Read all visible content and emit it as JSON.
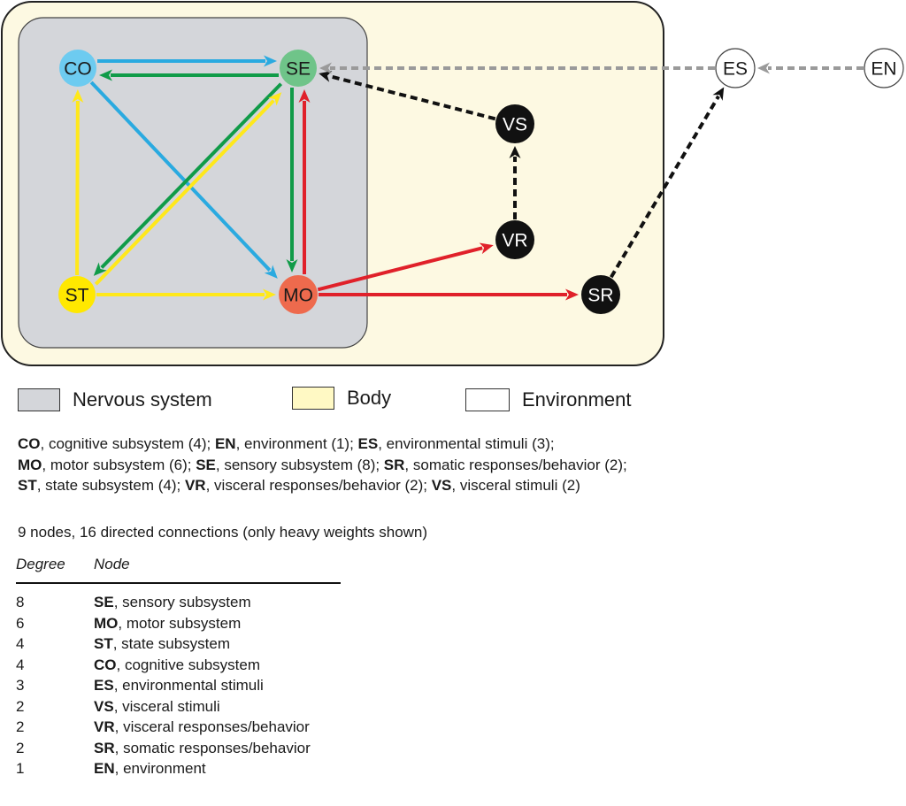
{
  "colors": {
    "body_bg": "#FDF9E2",
    "nervous_bg": "#D4D6DA",
    "environment_bg": "#FFFFFF",
    "blue": "#2AAAE0",
    "green": "#109B48",
    "yellow": "#FFE81A",
    "red": "#E0212A",
    "black": "#111111",
    "gray_dash": "#9A9A9A"
  },
  "nodes": [
    {
      "id": "CO",
      "label": "CO",
      "fill": "#6DCBF0",
      "text": "#1a1a1a"
    },
    {
      "id": "SE",
      "label": "SE",
      "fill": "#6FC489",
      "text": "#1a1a1a"
    },
    {
      "id": "ST",
      "label": "ST",
      "fill": "#FFE800",
      "text": "#1a1a1a"
    },
    {
      "id": "MO",
      "label": "MO",
      "fill": "#EE6A4D",
      "text": "#1a1a1a"
    },
    {
      "id": "VS",
      "label": "VS",
      "fill": "#111111",
      "text": "#ffffff"
    },
    {
      "id": "VR",
      "label": "VR",
      "fill": "#111111",
      "text": "#ffffff"
    },
    {
      "id": "SR",
      "label": "SR",
      "fill": "#111111",
      "text": "#ffffff"
    },
    {
      "id": "ES",
      "label": "ES",
      "fill": "#ffffff",
      "text": "#1a1a1a"
    },
    {
      "id": "EN",
      "label": "EN",
      "fill": "#ffffff",
      "text": "#1a1a1a"
    }
  ],
  "edges": [
    {
      "from": "CO",
      "to": "SE",
      "color": "blue",
      "style": "solid"
    },
    {
      "from": "SE",
      "to": "CO",
      "color": "green",
      "style": "solid"
    },
    {
      "from": "CO",
      "to": "MO",
      "color": "blue",
      "style": "solid"
    },
    {
      "from": "SE",
      "to": "ST",
      "color": "green",
      "style": "solid"
    },
    {
      "from": "SE",
      "to": "MO",
      "color": "green",
      "style": "solid"
    },
    {
      "from": "ST",
      "to": "CO",
      "color": "yellow",
      "style": "solid"
    },
    {
      "from": "ST",
      "to": "SE",
      "color": "yellow",
      "style": "solid"
    },
    {
      "from": "ST",
      "to": "MO",
      "color": "yellow",
      "style": "solid"
    },
    {
      "from": "MO",
      "to": "SE",
      "color": "red",
      "style": "solid"
    },
    {
      "from": "MO",
      "to": "VR",
      "color": "red",
      "style": "solid"
    },
    {
      "from": "MO",
      "to": "SR",
      "color": "red",
      "style": "solid"
    },
    {
      "from": "VR",
      "to": "VS",
      "color": "black",
      "style": "dashed"
    },
    {
      "from": "VS",
      "to": "SE",
      "color": "black",
      "style": "dashed"
    },
    {
      "from": "SR",
      "to": "ES",
      "color": "black",
      "style": "dashed"
    },
    {
      "from": "ES",
      "to": "SE",
      "color": "gray_dash",
      "style": "dashed"
    },
    {
      "from": "EN",
      "to": "ES",
      "color": "gray_dash",
      "style": "dashed"
    }
  ],
  "legend": [
    {
      "key": "nervous",
      "label": "Nervous system",
      "swatch": "#D4D6DA"
    },
    {
      "key": "body",
      "label": "Body",
      "swatch": "#FFF9C4"
    },
    {
      "key": "environment",
      "label": "Environment",
      "swatch": "#FFFFFF"
    }
  ],
  "abbreviations": [
    [
      {
        "abbr": "CO",
        "desc": ", cognitive subsystem (4); "
      },
      {
        "abbr": "EN",
        "desc": ", environment (1); "
      },
      {
        "abbr": "ES",
        "desc": ", environmental stimuli (3);"
      }
    ],
    [
      {
        "abbr": "MO",
        "desc": ", motor subsystem (6); "
      },
      {
        "abbr": "SE",
        "desc": ", sensory subsystem (8); "
      },
      {
        "abbr": "SR",
        "desc": ", somatic responses/behavior (2);"
      }
    ],
    [
      {
        "abbr": "ST",
        "desc": ", state subsystem (4); "
      },
      {
        "abbr": "VR",
        "desc": ", visceral responses/behavior (2); "
      },
      {
        "abbr": "VS",
        "desc": ", visceral stimuli (2)"
      }
    ]
  ],
  "summary": "9 nodes, 16 directed connections (only heavy weights shown)",
  "table": {
    "headers": [
      "Degree",
      "Node"
    ],
    "rows": [
      {
        "degree": "8",
        "abbr": "SE",
        "desc": ", sensory subsystem"
      },
      {
        "degree": "6",
        "abbr": "MO",
        "desc": ", motor subsystem"
      },
      {
        "degree": "4",
        "abbr": "ST",
        "desc": ", state subsystem"
      },
      {
        "degree": "4",
        "abbr": "CO",
        "desc": ", cognitive subsystem"
      },
      {
        "degree": "3",
        "abbr": "ES",
        "desc": ", environmental stimuli"
      },
      {
        "degree": "2",
        "abbr": "VS",
        "desc": ", visceral stimuli"
      },
      {
        "degree": "2",
        "abbr": "VR",
        "desc": ", visceral responses/behavior"
      },
      {
        "degree": "2",
        "abbr": "SR",
        "desc": ", somatic responses/behavior"
      },
      {
        "degree": "1",
        "abbr": "EN",
        "desc": ", environment"
      }
    ]
  }
}
